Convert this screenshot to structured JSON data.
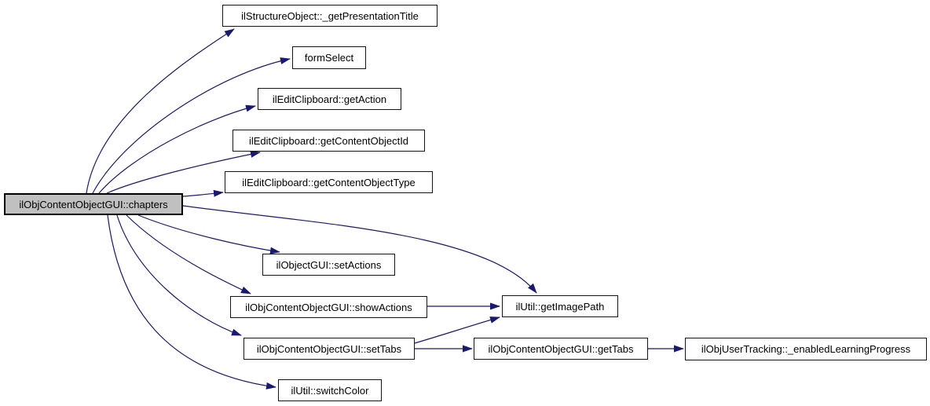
{
  "diagram": {
    "type": "call-graph",
    "background_color": "#ffffff",
    "edge_color": "#191970",
    "node_fill": "#ffffff",
    "node_border": "#141414",
    "highlight_fill": "#c0c0c0",
    "nodes": [
      {
        "id": "chapters",
        "label": "ilObjContentObjectGUI::chapters",
        "highlighted": true
      },
      {
        "id": "get-presentation-title",
        "label": "ilStructureObject::_getPresentationTitle"
      },
      {
        "id": "form-select",
        "label": "formSelect"
      },
      {
        "id": "get-action",
        "label": "ilEditClipboard::getAction"
      },
      {
        "id": "get-content-object-id",
        "label": "ilEditClipboard::getContentObjectId"
      },
      {
        "id": "get-content-object-type",
        "label": "ilEditClipboard::getContentObjectType"
      },
      {
        "id": "set-actions",
        "label": "ilObjectGUI::setActions"
      },
      {
        "id": "show-actions",
        "label": "ilObjContentObjectGUI::showActions"
      },
      {
        "id": "set-tabs",
        "label": "ilObjContentObjectGUI::setTabs"
      },
      {
        "id": "switch-color",
        "label": "ilUtil::switchColor"
      },
      {
        "id": "get-image-path",
        "label": "ilUtil::getImagePath"
      },
      {
        "id": "get-tabs",
        "label": "ilObjContentObjectGUI::getTabs"
      },
      {
        "id": "enabled-learning-progress",
        "label": "ilObjUserTracking::_enabledLearningProgress"
      }
    ],
    "edges": [
      {
        "from": "chapters",
        "to": "get-presentation-title"
      },
      {
        "from": "chapters",
        "to": "form-select"
      },
      {
        "from": "chapters",
        "to": "get-action"
      },
      {
        "from": "chapters",
        "to": "get-content-object-id"
      },
      {
        "from": "chapters",
        "to": "get-content-object-type"
      },
      {
        "from": "chapters",
        "to": "set-actions"
      },
      {
        "from": "chapters",
        "to": "show-actions"
      },
      {
        "from": "chapters",
        "to": "set-tabs"
      },
      {
        "from": "chapters",
        "to": "switch-color"
      },
      {
        "from": "chapters",
        "to": "get-image-path"
      },
      {
        "from": "show-actions",
        "to": "get-image-path"
      },
      {
        "from": "set-tabs",
        "to": "get-image-path"
      },
      {
        "from": "set-tabs",
        "to": "get-tabs"
      },
      {
        "from": "get-tabs",
        "to": "enabled-learning-progress"
      }
    ]
  }
}
